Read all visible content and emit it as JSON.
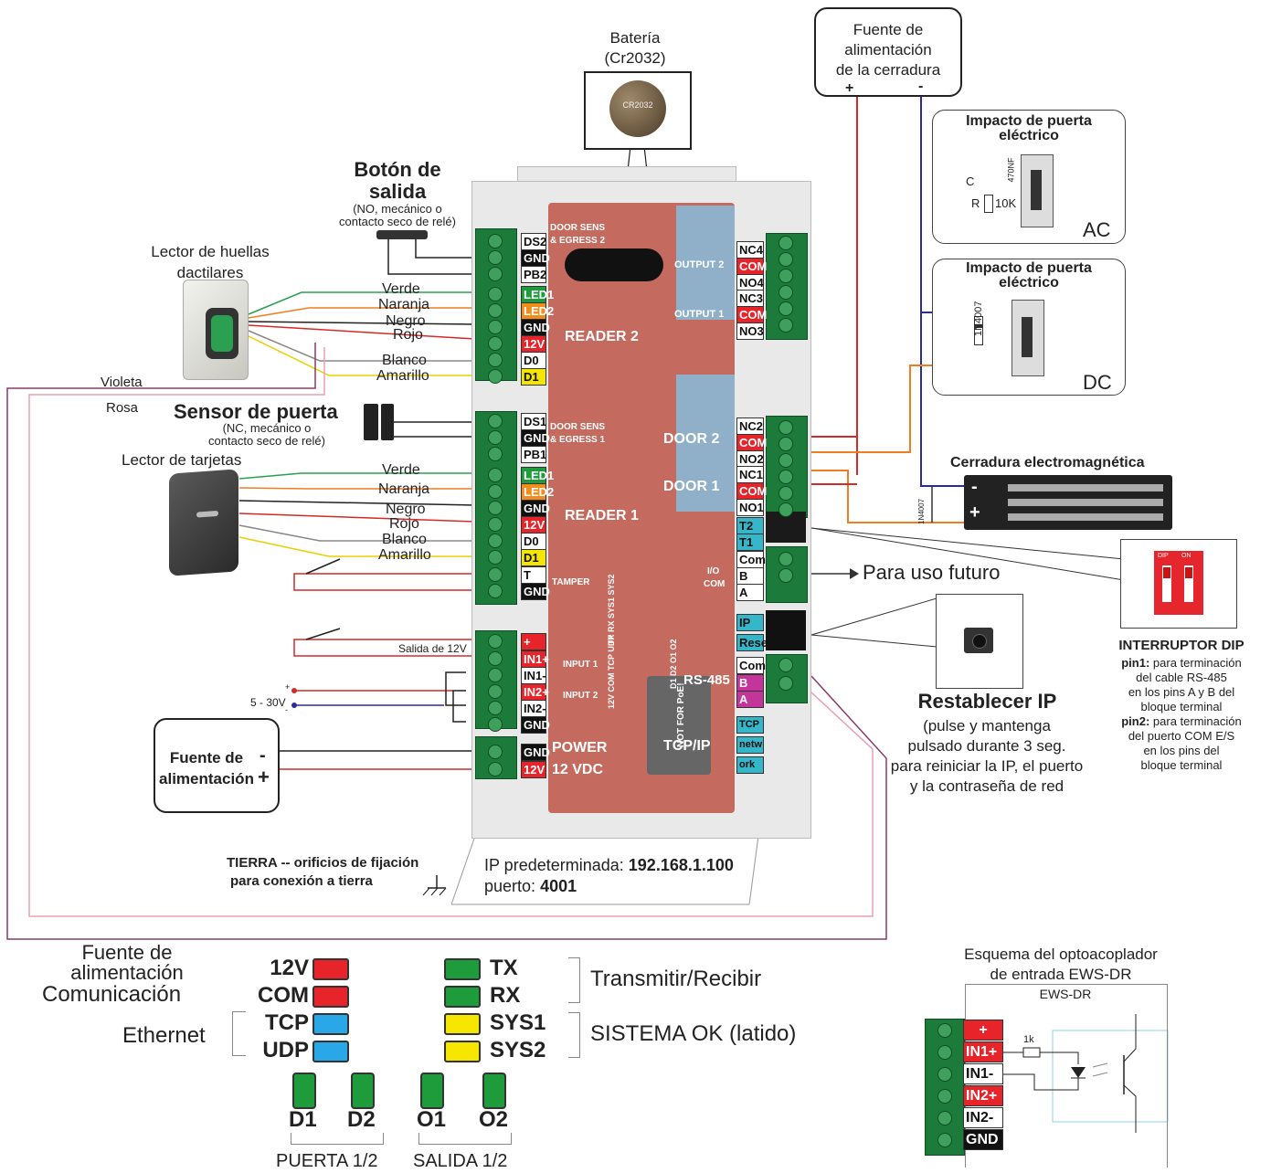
{
  "battery": {
    "title": "Batería",
    "model": "(Cr2032)",
    "coin_text": "CR2032"
  },
  "lock_power": {
    "title_lines": [
      "Fuente de",
      "alimentación",
      "de la cerradura"
    ],
    "plus": "+",
    "minus": "-"
  },
  "strike_ac": {
    "title_lines": [
      "Impacto de puerta",
      "eléctrico"
    ],
    "cap_label": "C",
    "cap_value": "470NF",
    "res_label": "R",
    "res_value": "10K",
    "type": "AC"
  },
  "strike_dc": {
    "title_lines": [
      "Impacto de puerta",
      "eléctrico"
    ],
    "diode": "1N4007",
    "type": "DC"
  },
  "exit_button": {
    "title_lines": [
      "Botón de",
      "salida"
    ],
    "note_lines": [
      "(NO, mecánico o",
      "contacto seco de relé)"
    ]
  },
  "fingerprint_reader": {
    "title_lines": [
      "Lector de huellas",
      "dactilares"
    ]
  },
  "wire_colors_top": [
    "Verde",
    "Naranja",
    "Negro",
    "Rojo",
    "Blanco",
    "Amarillo"
  ],
  "wire_colors_bottom": [
    "Verde",
    "Naranja",
    "Negro",
    "Rojo",
    "Blanco",
    "Amarillo"
  ],
  "violet": "Violeta",
  "pink": "Rosa",
  "door_sensor": {
    "title": "Sensor de puerta",
    "note_lines": [
      "(NC, mecánico o",
      "contacto seco de relé)"
    ]
  },
  "card_reader": {
    "title": "Lector de tarjetas"
  },
  "salida_12v": "Salida de 12V",
  "voltage_range": "5 - 30V",
  "volt_plus": "+",
  "volt_minus": "-",
  "power_supply": {
    "lines": [
      "Fuente de",
      "alimentación"
    ],
    "minus": "-",
    "plus": "+"
  },
  "ground_note": [
    "TIERRA -- orificios de fijación",
    "para conexión a tierra"
  ],
  "ip_default": {
    "label": "IP predeterminada:",
    "ip": "192.168.1.100",
    "port_label": "puerto:",
    "port": "4001"
  },
  "maglock": {
    "title": "Cerradura electromagnética",
    "minus": "-",
    "plus": "+",
    "diode": "1N4007"
  },
  "future_use": "Para uso futuro",
  "dip": {
    "title": "INTERRUPTOR DIP",
    "sw_labels": [
      "DIP",
      "ON"
    ],
    "lines": [
      {
        "b": "pin1:",
        "t": " para terminación"
      },
      {
        "b": "",
        "t": "del cable RS-485"
      },
      {
        "b": "",
        "t": "en los pins A y B del"
      },
      {
        "b": "",
        "t": "bloque terminal"
      },
      {
        "b": "pin2:",
        "t": " para terminación"
      },
      {
        "b": "",
        "t": "del puerto COM E/S"
      },
      {
        "b": "",
        "t": "en los pins del"
      },
      {
        "b": "",
        "t": "bloque terminal"
      }
    ]
  },
  "ip_reset": {
    "title": "Restablecer IP",
    "lines": [
      "(pulse y mantenga",
      "pulsado durante 3 seg.",
      "para reiniciar la IP, el puerto",
      "y la contraseña de red"
    ]
  },
  "board": {
    "left_pins": [
      "DS2",
      "GND",
      "PB2",
      "LED1",
      "LED2",
      "GND",
      "12V",
      "D0",
      "D1",
      "DS1",
      "GND",
      "PB1",
      "LED1",
      "LED2",
      "GND",
      "12V",
      "D0",
      "D1",
      "T",
      "GND",
      "+",
      "IN1+",
      "IN1-",
      "IN2+",
      "IN2-",
      "GND",
      "GND",
      "12V"
    ],
    "right_pins": [
      "NC4",
      "COM",
      "NO4",
      "NC3",
      "COM",
      "NO3",
      "NC2",
      "COM",
      "NO2",
      "NC1",
      "COM",
      "NO1",
      "T2",
      "T1",
      "Com",
      "B",
      "A",
      "IP",
      "Reset",
      "Com",
      "B",
      "A",
      "TCP",
      "netw",
      "ork"
    ],
    "labels": {
      "door_sens2": "DOOR SENS",
      "egress2": "& EGRESS 2",
      "reader2": "READER 2",
      "door_sens1": "DOOR SENS",
      "egress1": "& EGRESS 1",
      "reader1": "READER 1",
      "tamper": "TAMPER",
      "input1": "INPUT 1",
      "input2": "INPUT 2",
      "power": "POWER",
      "vdc": "12 VDC",
      "output2": "OUTPUT 2",
      "output1": "OUTPUT 1",
      "door2": "DOOR 2",
      "door1": "DOOR 1",
      "io": "I/O",
      "com": "COM",
      "rs485": "RS-485",
      "tcpip": "TCP/IP",
      "notpoe": "NOT FOR PoE!",
      "leds1": "TX RX SYS1 SYS2",
      "leds2": "12V COM TCP UDP",
      "leds3": "D1 D2 O1 O2"
    }
  },
  "legend": {
    "power_lines": [
      "Fuente de",
      "alimentación"
    ],
    "comm": "Comunicación",
    "ethernet": "Ethernet",
    "left": [
      {
        "label": "12V",
        "color": "#e8242b"
      },
      {
        "label": "COM",
        "color": "#e8242b"
      },
      {
        "label": "TCP",
        "color": "#2aa7e6"
      },
      {
        "label": "UDP",
        "color": "#2aa7e6"
      }
    ],
    "right": [
      {
        "label": "TX",
        "color": "#1e9b3b"
      },
      {
        "label": "RX",
        "color": "#1e9b3b"
      },
      {
        "label": "SYS1",
        "color": "#f5e600"
      },
      {
        "label": "SYS2",
        "color": "#f5e600"
      }
    ],
    "txrx": "Transmitir/Recibir",
    "sysok": "SISTEMA OK (latido)",
    "bottom": [
      "D1",
      "D2",
      "O1",
      "O2"
    ],
    "door": "PUERTA 1/2",
    "out": "SALIDA 1/2"
  },
  "opto": {
    "title_lines": [
      "Esquema del optoacoplador",
      "de entrada EWS-DR"
    ],
    "sub": "EWS-DR",
    "res": "1k",
    "pins": [
      "+",
      "IN1+",
      "IN1-",
      "IN2+",
      "IN2-",
      "GND"
    ]
  }
}
